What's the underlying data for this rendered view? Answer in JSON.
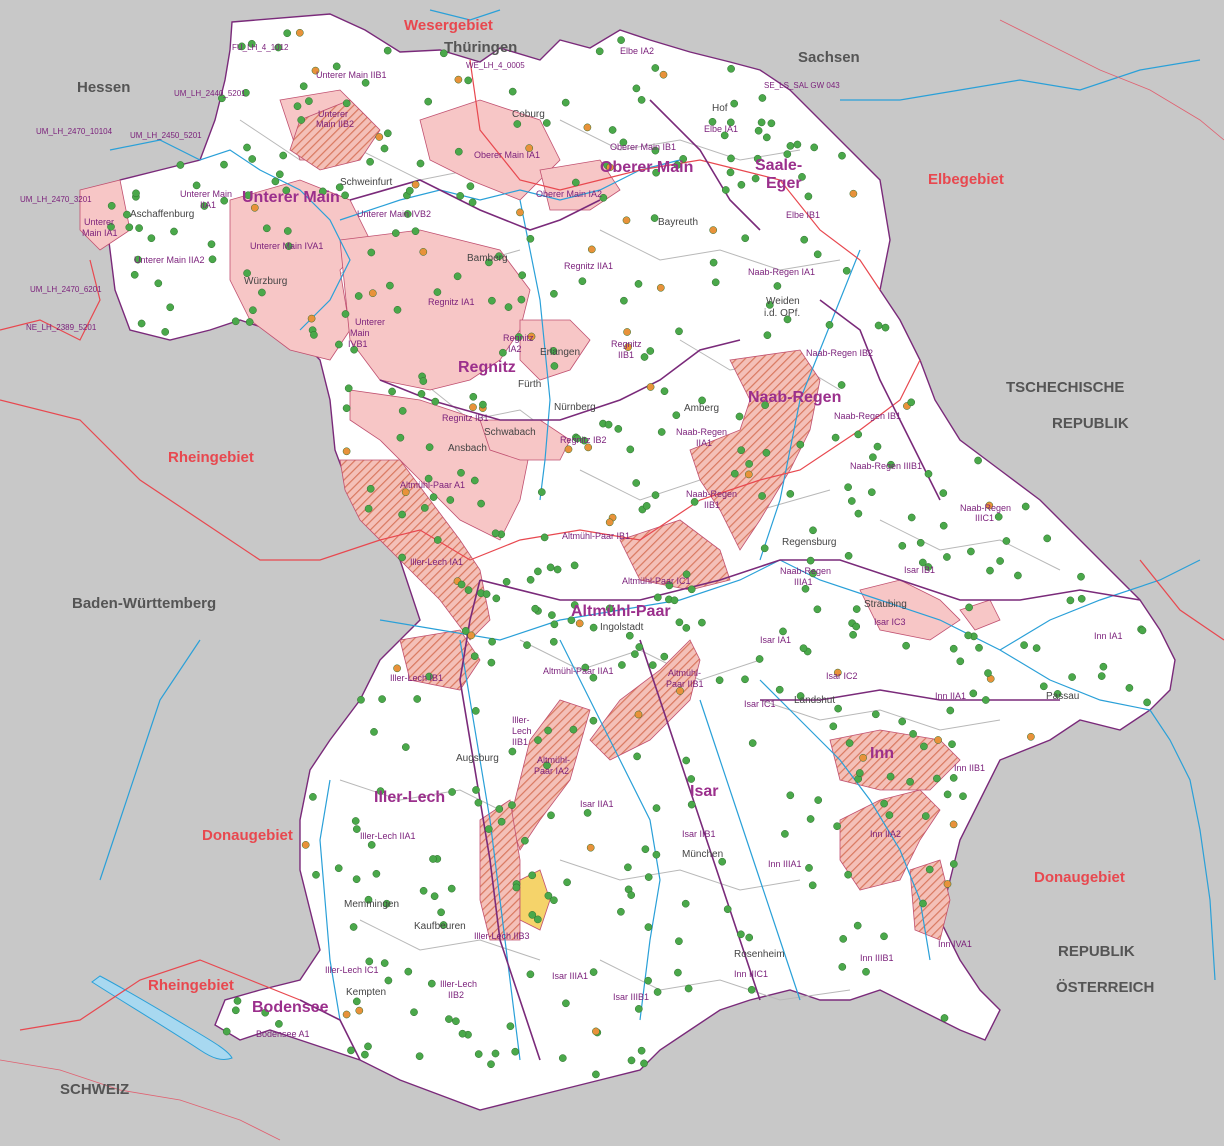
{
  "countries": {
    "hessen": "Hessen",
    "thueringen": "Thüringen",
    "sachsen": "Sachsen",
    "bw": "Baden-Württemberg",
    "schweiz": "SCHWEIZ",
    "cz1": "TSCHECHISCHE",
    "cz2": "REPUBLIK",
    "at1": "REPUBLIK",
    "at2": "ÖSTERREICH"
  },
  "basins": {
    "weser": "Wesergebiet",
    "elbe": "Elbegebiet",
    "rhein1": "Rheingebiet",
    "rhein2": "Rheingebiet",
    "donau1": "Donaugebiet",
    "donau2": "Donaugebiet"
  },
  "regions": {
    "unterer_main": "Unterer Main",
    "oberer_main": "Oberer Main",
    "saale1": "Saale-",
    "saale2": "Eger",
    "regnitz": "Regnitz",
    "naab_regen": "Naab-Regen",
    "altmuehl_paar": "Altmühl-Paar",
    "iller_lech": "Iller-Lech",
    "isar": "Isar",
    "inn": "Inn",
    "bodensee": "Bodensee"
  },
  "units": {
    "um_ib1": "Unterer Main IIB1",
    "um_iib2a": "Unterer",
    "um_iib2b": "Main IIB2",
    "um_iia1a": "Unterer Main",
    "um_iia1b": "IIA1",
    "um_ia1a": "Unterer",
    "um_ia1b": "Main IA1",
    "um_ivb2": "Unterer Main IVB2",
    "um_iva1": "Unterer Main IVA1",
    "um_iia2": "Unterer Main IIA2",
    "um_ivb1a": "Unterer",
    "um_ivb1b": "Main",
    "um_ivb1c": "IVB1",
    "om_ia1": "Oberer Main IA1",
    "om_ib1": "Oberer Main IB1",
    "om_ia2": "Oberer Main IA2",
    "elbe_ia2": "Elbe IA2",
    "elbe_ia1": "Elbe IA1",
    "elbe_ib1": "Elbe IB1",
    "reg_iia1": "Regnitz IIA1",
    "reg_ia1": "Regnitz IA1",
    "reg_ia2a": "Regnitz",
    "reg_ia2b": "IA2",
    "reg_iib1a": "Regnitz",
    "reg_iib1b": "IIB1",
    "reg_ib1": "Regnitz IB1",
    "reg_ib2": "Regnitz IB2",
    "nr_ia1": "Naab-Regen IA1",
    "nr_ib2": "Naab-Regen IB2",
    "nr_ib1": "Naab-Regen IB1",
    "nr_iia1a": "Naab-Regen",
    "nr_iia1b": "IIA1",
    "nr_iib1a": "Naab-Regen",
    "nr_iib1b": "IIB1",
    "nr_iiib1": "Naab-Regen IIIB1",
    "nr_iiic1a": "Naab-Regen",
    "nr_iiic1b": "IIIC1",
    "nr_iiia1a": "Naab-Regen",
    "nr_iiia1b": "IIIA1",
    "ap_a1": "Altmühl-Paar A1",
    "ap_ib1": "Altmühl-Paar IB1",
    "ap_ic1": "Altmühl-Paar IC1",
    "ap_iia1": "Altmühl-Paar IIA1",
    "ap_iib1a": "Altmühl-",
    "ap_iib1b": "Paar IIB1",
    "ap_ia2a": "Altmühl-",
    "ap_ia2b": "Paar IA2",
    "il_ia1": "Iller-Lech IA1",
    "il_ib1": "Iller-Lech IB1",
    "il_iib1a": "Iller-",
    "il_iib1b": "Lech",
    "il_iib1c": "IIB1",
    "il_iia1": "Iller-Lech IIA1",
    "il_iib3": "Iller-Lech IIB3",
    "il_ic1": "Iller-Lech IC1",
    "il_iib2a": "Iller-Lech",
    "il_iib2b": "IIB2",
    "isar_ib1": "Isar IB1",
    "isar_ic3": "Isar IC3",
    "isar_ia1": "Isar IA1",
    "isar_ic2": "Isar IC2",
    "isar_ic1": "Isar IC1",
    "isar_iia1": "Isar IIA1",
    "isar_iib1": "Isar IIB1",
    "isar_iiia1": "Isar IIIA1",
    "isar_iiib1": "Isar IIIB1",
    "inn_ia1": "Inn IA1",
    "inn_iia1": "Inn IIA1",
    "inn_iib1": "Inn IIB1",
    "inn_iia2": "Inn IIA2",
    "inn_iiia1": "Inn IIIA1",
    "inn_iiic1": "Inn IIIC1",
    "inn_iiib1": "Inn IIIB1",
    "inn_iva1": "Inn IVA1",
    "bodensee_a1": "Bodensee A1"
  },
  "groundwater": {
    "fu_lh": "FU_LH_4_1012",
    "we_lh": "WE_LH_4_0005",
    "se_ls": "SE_LS_SAL GW 043",
    "um_2440": "UM_LH_2440_5201",
    "um_2470_10104": "UM_LH_2470_10104",
    "um_2450": "UM_LH_2450_5201",
    "um_2470_3201": "UM_LH_2470_3201",
    "um_2470_6201": "UM_LH_2470_6201",
    "ne_2389": "NE_LH_2389_5201"
  },
  "cities": {
    "coburg": "Coburg",
    "hof": "Hof",
    "schweinfurt": "Schweinfurt",
    "aschaffenburg": "Aschaffenburg",
    "bayreuth": "Bayreuth",
    "bamberg": "Bamberg",
    "wuerzburg": "Würzburg",
    "weiden": "Weiden",
    "weiden2": "i.d. OPf.",
    "erlangen": "Erlangen",
    "fuerth": "Fürth",
    "nuernberg": "Nürnberg",
    "amberg": "Amberg",
    "schwabach": "Schwabach",
    "ansbach": "Ansbach",
    "regensburg": "Regensburg",
    "ingolstadt": "Ingolstadt",
    "straubing": "Straubing",
    "landshut": "Landshut",
    "passau": "Passau",
    "augsburg": "Augsburg",
    "muenchen": "München",
    "memmingen": "Memmingen",
    "kaufbeuren": "Kaufbeuren",
    "kempten": "Kempten",
    "rosenheim": "Rosenheim"
  },
  "colors": {
    "outside": "#c8c8c8",
    "bavaria": "#ffffff",
    "risk_area": "#f7c6c6",
    "hatched": "#e8927a",
    "river": "#2aa0d8",
    "basin_border": "#e8484f",
    "region_border": "#7a2a7a",
    "station": "#4aa84a"
  }
}
